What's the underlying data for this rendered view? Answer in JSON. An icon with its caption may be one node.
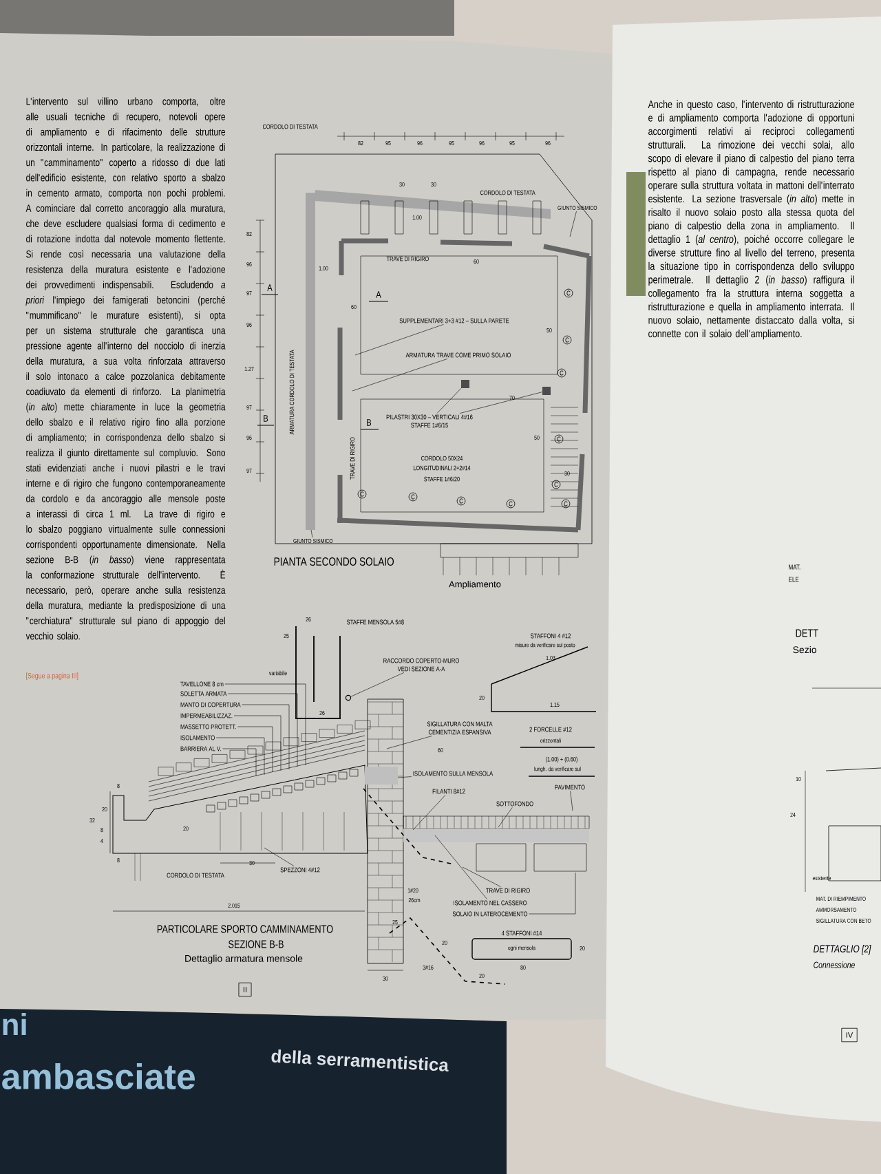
{
  "diagram": {
    "nodes": [
      {
        "text": [
          "SUPPLEMENTARI 3+3 #12 – SULLA PARETE"
        ]
      },
      {
        "text": [
          "ARMATURA TRAVE COME PRIMO SOLAIO"
        ]
      },
      {
        "text": [
          "PILASTRI 30X30 – VERTICALI 4#16",
          "STAFFE 1#6/15"
        ]
      },
      {
        "text": [
          "GIUNTO SISMICO"
        ]
      },
      {
        "text": [
          "GIUNTO SISMICO"
        ]
      },
      {
        "text": [
          "TAVELLONE 8 cm"
        ]
      },
      {
        "text": [
          "SOLETTA ARMATA"
        ]
      },
      {
        "text": [
          "MANTO DI COPERTURA"
        ]
      },
      {
        "text": [
          "IMPERMEABILIZZAZ."
        ]
      },
      {
        "text": [
          "MASSETTO PROTETT."
        ]
      },
      {
        "text": [
          "ISOLAMENTO"
        ]
      },
      {
        "text": [
          "BARRIERA AL V."
        ]
      },
      {
        "text": [
          "RACCORDO COPERTO-MURO",
          "VEDI SEZIONE A-A"
        ]
      },
      {
        "text": [
          "SIGILLATURA CON MALTA",
          "CEMENTIZIA ESPANSIVA"
        ]
      },
      {
        "text": [
          "ISOLAMENTO SULLA MENSOLA"
        ]
      },
      {
        "text": [
          "FILANTI 8#12"
        ]
      },
      {
        "text": [
          "PAVIMENTO"
        ]
      },
      {
        "text": [
          "SOTTOFONDO"
        ]
      },
      {
        "text": [
          "SPEZZONI 4#12"
        ]
      },
      {
        "text": [
          "TRAVE DI RIGIRO"
        ]
      },
      {
        "text": [
          "ISOLAMENTO NEL CASSERO"
        ]
      },
      {
        "text": [
          "SOLAIO IN LATEROCEMENTO"
        ]
      },
      {
        "text": [],
        "shape": "box"
      },
      {
        "text": [],
        "shape": "box"
      },
      {
        "text": [],
        "shape": "circle"
      }
    ],
    "edges": [
      {
        "from": 0,
        "to": null,
        "arrow": "none"
      },
      {
        "from": 1,
        "to": null,
        "arrow": "none"
      },
      {
        "from": 2,
        "to": 22,
        "arrow": "none"
      },
      {
        "from": 2,
        "to": 23,
        "arrow": "none"
      },
      {
        "from": 3,
        "to": null,
        "arrow": "none"
      },
      {
        "from": 4,
        "to": null,
        "arrow": "none"
      },
      {
        "from": 5,
        "to": null,
        "arrow": "none"
      },
      {
        "from": 6,
        "to": null,
        "arrow": "none"
      },
      {
        "from": 7,
        "to": null,
        "arrow": "none"
      },
      {
        "from": 8,
        "to": null,
        "arrow": "none"
      },
      {
        "from": 9,
        "to": null,
        "arrow": "none"
      },
      {
        "from": 10,
        "to": null,
        "arrow": "none"
      },
      {
        "from": 11,
        "to": null,
        "arrow": "none"
      },
      {
        "from": 12,
        "to": 24,
        "arrow": "none"
      },
      {
        "from": 13,
        "to": null,
        "arrow": "none"
      },
      {
        "from": 14,
        "to": null,
        "arrow": "none"
      },
      {
        "from": 15,
        "to": null,
        "arrow": "none"
      },
      {
        "from": 16,
        "to": null,
        "arrow": "none"
      },
      {
        "from": 17,
        "to": null,
        "arrow": "none"
      },
      {
        "from": 18,
        "to": null,
        "arrow": "none"
      },
      {
        "from": 19,
        "to": null,
        "arrow": "none"
      },
      {
        "from": 20,
        "to": null,
        "arrow": "none"
      },
      {
        "from": 21,
        "to": null,
        "arrow": "none"
      }
    ],
    "labels": [
      "L'intervento sul villino urbano comporta, oltre alle usuali tecniche di recupero, notevoli opere di ampliamento e di rifacimento delle strutture orizzontali interne. In particolare, la realizzazione di un \"camminamento\" coperto a ridosso di due lati dell'edificio esistente, con relativo sporto a sbalzo in cemento armato, comporta non pochi problemi. A cominciare dal corretto ancoraggio alla muratura, che deve escludere qualsiasi forma di cedimento e di rotazione indotta dal notevole momento flettente. Si rende così necessaria una valutazione della resistenza della muratura esistente e l'adozione dei provvedimenti indispensabili. Escludendo *a priori* l'impiego dei famigerati betoncini (perché \"mummificano\" le murature esistenti), si opta per un sistema strutturale che garantisca una pressione agente all'interno del nocciolo di inerzia della muratura, a sua volta rinforzata attraverso il solo intonaco a calce pozzolanica debitamente coadiuvato da elementi di rinforzo. La planimetria (*in alto*) mette chiaramente in luce la geometria dello sbalzo e il relativo rigiro fino alla porzione di ampliamento; in corrispondenza dello sbalzo si realizza il giunto direttamente sul compluvio. Sono stati evidenziati anche i nuovi pilastri e le travi interne e di rigiro che fungono contemporaneamente da cordolo e da ancoraggio alle mensole poste a interassi di circa 1 ml. La trave di rigiro e lo sbalzo poggiano virtualmente sulle connessioni corrispondenti opportunamente dimensionate. Nella sezione B-B (*in basso*) viene rappresentata la conformazione strutturale dell'intervento. È necessario, però, operare anche sulla resistenza della muratura, mediante la predisposizione di una \"cerchiatura\" strutturale sul piano di appoggio del vecchio solaio.",
      "[Segue a pagina III]",
      "CORDOLO DI TESTATA",
      "82",
      "95",
      "96",
      "95",
      "96",
      "95",
      "96",
      "82",
      "96",
      "97",
      "96",
      "1.27",
      "97",
      "96",
      "97",
      "A",
      "A",
      "B",
      "B",
      "30",
      "30",
      "CORDOLO DI TESTATA",
      "1.00",
      "1.00",
      "TRAVE DI RIGIRO",
      "60",
      "60",
      "50",
      "70",
      "50",
      "30",
      "CORDOLO 50X24",
      "LONGITUDINALI 2+2#14",
      "STAFFE 1#6/20",
      "TRAVE DI RIGIRO",
      "ARMATURA CORDOLO DI TESTATA",
      "C",
      "C",
      "C",
      "C",
      "C",
      "C",
      "C",
      "C",
      "C",
      "C",
      "PIANTA SECONDO SOLAIO",
      "Ampliamento",
      "STAFFE MENSOLA 5#8",
      "26",
      "25",
      "variabile",
      "26",
      "60",
      "STAFFONI 4 #12",
      "misure da verificare sul posto",
      "1.03",
      "20",
      "1.15",
      "2 FORCELLE #12",
      "orizzontali",
      "(1.00) + (0.60)",
      "lungh. da verificare sul",
      "4 STAFFONI #14",
      "ogni mensola",
      "20",
      "80",
      "1#20",
      "26cm",
      "25",
      "20",
      "3#16",
      "20",
      "CORDOLO DI TESTATA",
      "30",
      "2.015",
      "20",
      "8",
      "20",
      "32",
      "8",
      "4",
      "8",
      "30",
      "PARTICOLARE SPORTO CAMMINAMENTO",
      "SEZIONE B-B",
      "Dettaglio armatura mensole",
      "II",
      "Anche in questo caso, l'intervento di ristrutturazione e di ampliamento comporta l'adozione di opportuni accorgimenti relativi ai reciproci collegamenti strutturali. La rimozione dei vecchi solai, allo scopo di elevare il piano di calpestio del piano terra rispetto al piano di campagna, rende necessario operare sulla struttura voltata in mattoni dell'interrato esistente. La sezione trasversale (*in alto*) mette in risalto il nuovo solaio posto alla stessa quota del piano di calpestio della zona in ampliamento. Il dettaglio 1 (*al centro*), poiché occorre collegare le diverse strutture fino al livello del terreno, presenta la situazione tipo in corrispondenza dello sviluppo perimetrale. Il dettaglio 2 (*in basso*) raffigura il collegamento fra la struttura interna soggetta a ristrutturazione e quella in ampliamento interrata. Il nuovo solaio, nettamente distaccato dalla volta, si connette con il solaio dell'ampliamento.",
      "MAT.",
      "ELE",
      "DETT",
      "Sezio",
      "10",
      "24",
      "esistente",
      "MAT. DI RIEMPIMENTO",
      "AMMORSAMENTO",
      "SIGILLATURA CON BETO",
      "DETTAGLIO [2]",
      "Connessione",
      "IV",
      "ni",
      "ambasciate",
      "della serramentistica"
    ]
  }
}
